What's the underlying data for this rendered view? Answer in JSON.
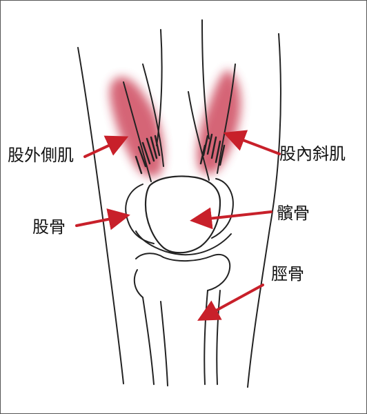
{
  "labels": {
    "vastus_lateralis": "股外側肌",
    "vastus_medialis": "股內斜肌",
    "femur": "股骨",
    "patella": "髕骨",
    "tibia": "脛骨"
  },
  "colors": {
    "muscle": "#c8304a",
    "arrow": "#c8202a",
    "ink": "#222222",
    "background": "#ffffff"
  }
}
